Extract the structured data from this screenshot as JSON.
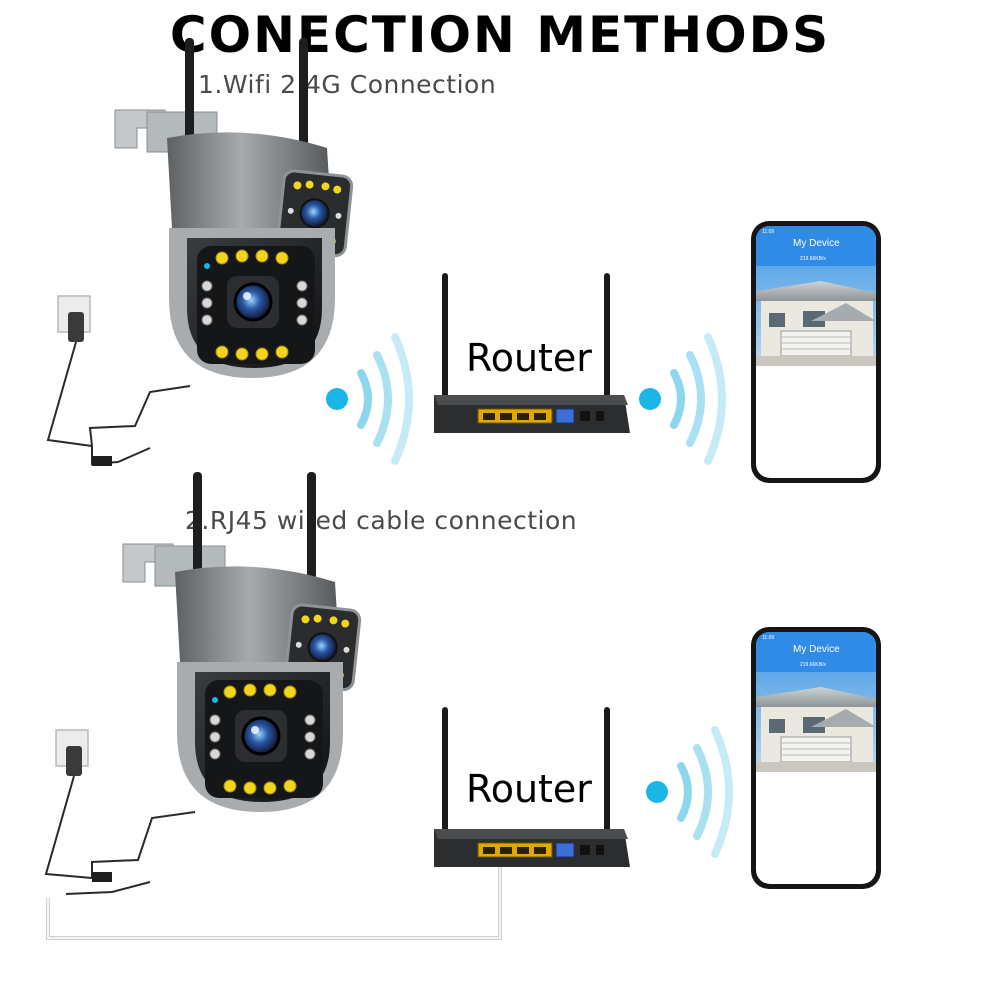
{
  "title": "CONECTION METHODS",
  "sections": [
    {
      "label": "1.Wifi 2.4G Connection",
      "router_label": "Router",
      "phone": {
        "time": "11:09",
        "title": "My Device",
        "speed": "219.66KB/s"
      }
    },
    {
      "label": "2.RJ45 wired cable connection",
      "router_label": "Router",
      "phone": {
        "time": "11:09",
        "title": "My Device",
        "speed": "219.66KB/s"
      }
    }
  ],
  "colors": {
    "wifi_signal": "#1ab6e8",
    "router_ports": "#e0a800",
    "phone_header": "#2f8be6",
    "camera_body": "#7d8184",
    "led": "#f3d51c"
  }
}
